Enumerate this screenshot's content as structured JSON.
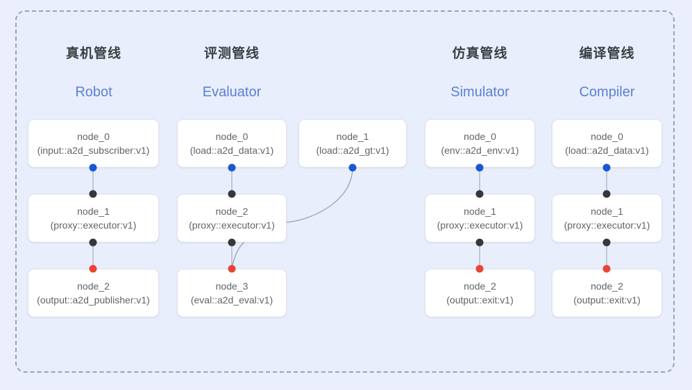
{
  "diagram": {
    "title": "pipeline-architecture",
    "frame": {
      "style": "dashed-rounded-rectangle"
    },
    "colors": {
      "background": "#eaeffb",
      "frame_border": "#9aa3b2",
      "node_fill": "#ffffff",
      "node_border": "#dfe3ec",
      "header_cn": "#3c4043",
      "header_en": "#5b7fd4",
      "node_text": "#5f6368",
      "port_input": "#1a56d6",
      "port_middle": "#35373b",
      "port_output": "#ea4335",
      "edge": "#9aa3b2"
    },
    "columns": [
      {
        "id": "robot",
        "header_cn": "真机管线",
        "header_en": "Robot",
        "nodes": [
          {
            "id": "robot-node-0",
            "title": "node_0",
            "sub": "(input::a2d_subscriber:v1)"
          },
          {
            "id": "robot-node-1",
            "title": "node_1",
            "sub": "(proxy::executor:v1)"
          },
          {
            "id": "robot-node-2",
            "title": "node_2",
            "sub": "(output::a2d_publisher:v1)"
          }
        ]
      },
      {
        "id": "evaluator",
        "header_cn": "评测管线",
        "header_en": "Evaluator",
        "nodes": [
          {
            "id": "eval-node-0",
            "title": "node_0",
            "sub": "(load::a2d_data:v1)"
          },
          {
            "id": "eval-node-1",
            "title": "node_1",
            "sub": "(load::a2d_gt:v1)"
          },
          {
            "id": "eval-node-2",
            "title": "node_2",
            "sub": "(proxy::executor:v1)"
          },
          {
            "id": "eval-node-3",
            "title": "node_3",
            "sub": "(eval::a2d_eval:v1)"
          }
        ]
      },
      {
        "id": "simulator",
        "header_cn": "仿真管线",
        "header_en": "Simulator",
        "nodes": [
          {
            "id": "sim-node-0",
            "title": "node_0",
            "sub": "(env::a2d_env:v1)"
          },
          {
            "id": "sim-node-1",
            "title": "node_1",
            "sub": "(proxy::executor:v1)"
          },
          {
            "id": "sim-node-2",
            "title": "node_2",
            "sub": "(output::exit:v1)"
          }
        ]
      },
      {
        "id": "compiler",
        "header_cn": "编译管线",
        "header_en": "Compiler",
        "nodes": [
          {
            "id": "comp-node-0",
            "title": "node_0",
            "sub": "(load::a2d_data:v1)"
          },
          {
            "id": "comp-node-1",
            "title": "node_1",
            "sub": "(proxy::executor:v1)"
          },
          {
            "id": "comp-node-2",
            "title": "node_2",
            "sub": "(output::exit:v1)"
          }
        ]
      }
    ]
  }
}
